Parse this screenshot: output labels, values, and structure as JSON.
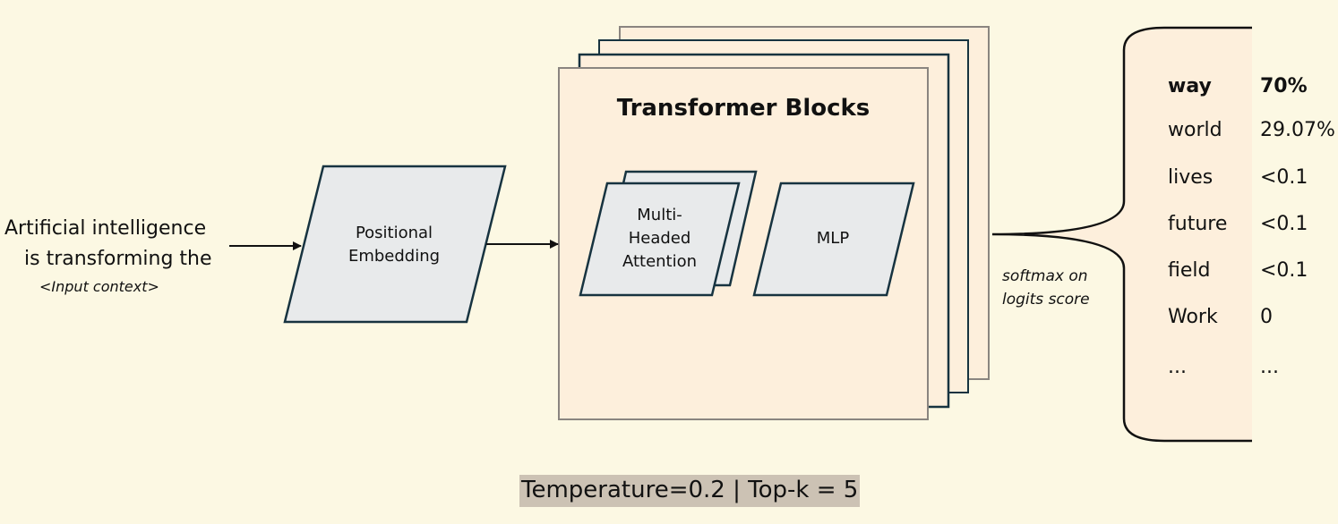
{
  "input": {
    "line1": "Artificial intelligence",
    "line2": "is transforming the",
    "caption": "<Input context>"
  },
  "embedding": {
    "label_line1": "Positional",
    "label_line2": "Embedding"
  },
  "transformer": {
    "title": "Transformer Blocks",
    "attention": {
      "line1": "Multi-",
      "line2": "Headed",
      "line3": "Attention"
    },
    "mlp": "MLP"
  },
  "softmax": {
    "line1": "softmax on",
    "line2": "logits score"
  },
  "predictions": [
    {
      "token": "way",
      "prob": "70%"
    },
    {
      "token": "world",
      "prob": "29.07%"
    },
    {
      "token": "lives",
      "prob": "<0.1"
    },
    {
      "token": "future",
      "prob": "<0.1"
    },
    {
      "token": "field",
      "prob": "<0.1"
    },
    {
      "token": "Work",
      "prob": "0"
    },
    {
      "token": "...",
      "prob": "..."
    }
  ],
  "params": "Temperature=0.2 | Top-k = 5",
  "colors": {
    "background": "#fcf8e3",
    "block_fill": "#fdefdc",
    "shape_fill": "#e8eaeb",
    "dark_border": "#173340",
    "gray_border": "#8a8580",
    "params_bg": "#ccc2b4"
  }
}
